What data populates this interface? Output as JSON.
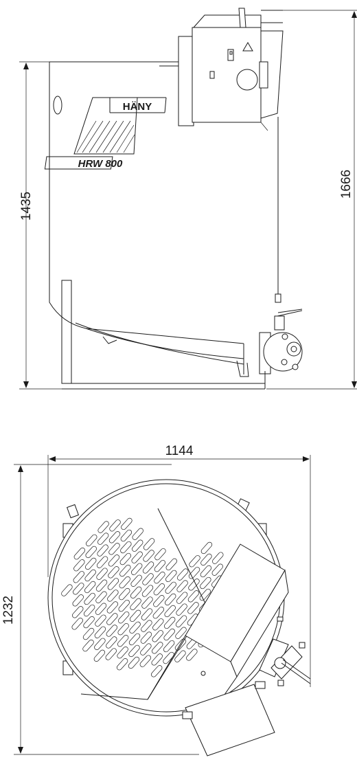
{
  "drawing": {
    "side_view": {
      "height_dimension_left": "1435",
      "height_dimension_right": "1666",
      "brand": "HÄNY",
      "model": "HRW 800"
    },
    "top_view": {
      "width_dimension": "1144",
      "depth_dimension": "1232"
    },
    "colors": {
      "line": "#1a1a1a",
      "background": "#ffffff"
    }
  }
}
